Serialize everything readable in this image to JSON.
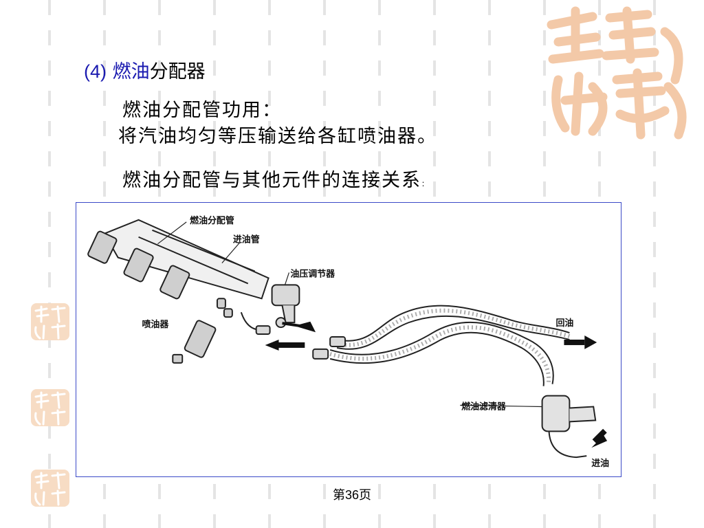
{
  "heading": {
    "number": "(4)",
    "highlight": "燃油",
    "rest": "分配器"
  },
  "body": {
    "line1": "燃油分配管功用：",
    "line2": "将汽油均匀等压输送给各缸喷油器。",
    "line3": "燃油分配管与其他元件的连接关系",
    "line3_suffix": "："
  },
  "diagram": {
    "labels": {
      "rail": "燃油分配管",
      "inlet_pipe": "进油管",
      "regulator": "油压调节器",
      "injector": "喷油器",
      "return_fuel": "回油",
      "filter": "燃油滤清器",
      "inlet_fuel": "进油"
    }
  },
  "footer": {
    "page": "第36页"
  },
  "colors": {
    "seal": "#f3c9a8",
    "accent": "#1a1ab0",
    "frame": "#3a49c7"
  }
}
